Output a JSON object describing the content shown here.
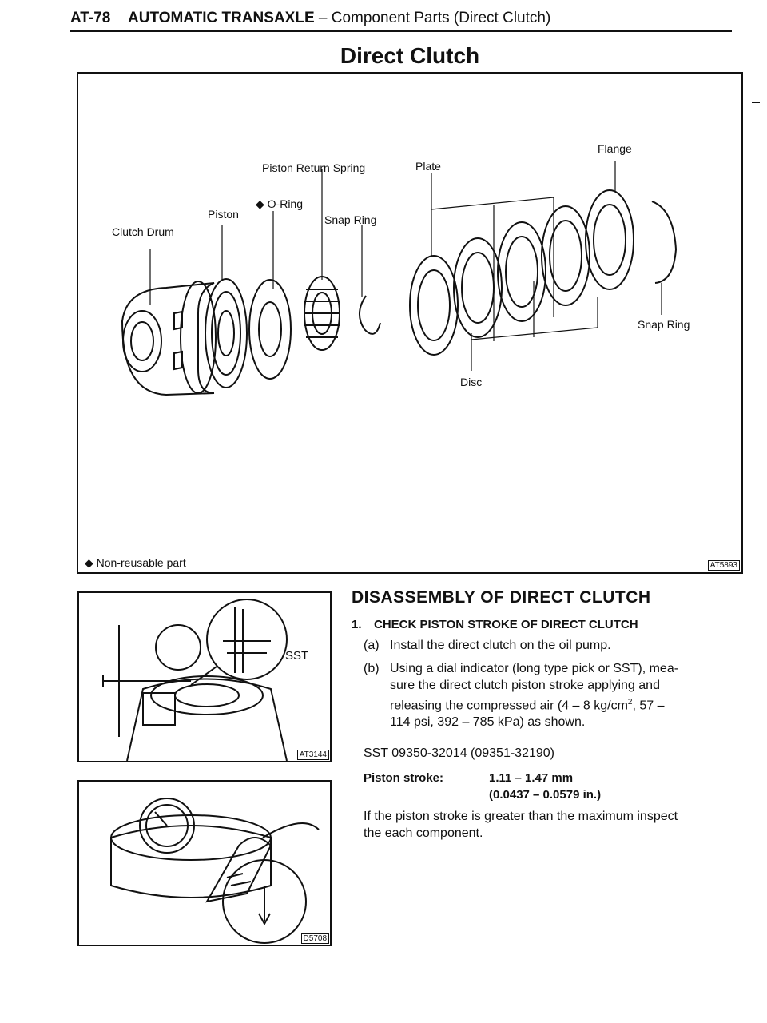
{
  "header": {
    "page_number": "AT-78",
    "section": "AUTOMATIC TRANSAXLE",
    "separator": " – ",
    "subsection": "Component Parts (Direct Clutch)"
  },
  "page_title": "Direct Clutch",
  "figure": {
    "labels": {
      "clutch_drum": "Clutch Drum",
      "piston": "Piston",
      "o_ring": "◆ O-Ring",
      "piston_return_spring": "Piston Return Spring",
      "snap_ring_left": "Snap Ring",
      "plate": "Plate",
      "flange": "Flange",
      "snap_ring_right": "Snap Ring",
      "disc": "Disc"
    },
    "legend": "◆  Non-reusable part",
    "code": "AT5893"
  },
  "figure_sst": {
    "label": "SST",
    "code": "AT3144"
  },
  "figure_dial": {
    "code": "D5708"
  },
  "section_title": "DISASSEMBLY OF DIRECT CLUTCH",
  "step1": {
    "number": "1.",
    "title": "CHECK PISTON STROKE OF DIRECT CLUTCH"
  },
  "sub_a": {
    "tag": "(a)",
    "text": "Install the direct clutch on the oil pump."
  },
  "sub_b": {
    "tag": "(b)",
    "line1": "Using a dial indicator (long type pick or SST), mea-",
    "line2": "sure the direct clutch piston stroke applying and",
    "line3_pre": "releasing the compressed air (4 – 8 kg/cm",
    "line3_sup": "2",
    "line3_post": ", 57 –",
    "line4": "114 psi, 392 – 785 kPa) as shown."
  },
  "sst_line": "SST 09350-32014 (09351-32190)",
  "spec": {
    "label": "Piston stroke:",
    "value1": "1.11 – 1.47 mm",
    "value2": "(0.0437 – 0.0579 in.)"
  },
  "final": {
    "line1": "If the piston stroke is greater than the maximum inspect",
    "line2": "the each component."
  }
}
